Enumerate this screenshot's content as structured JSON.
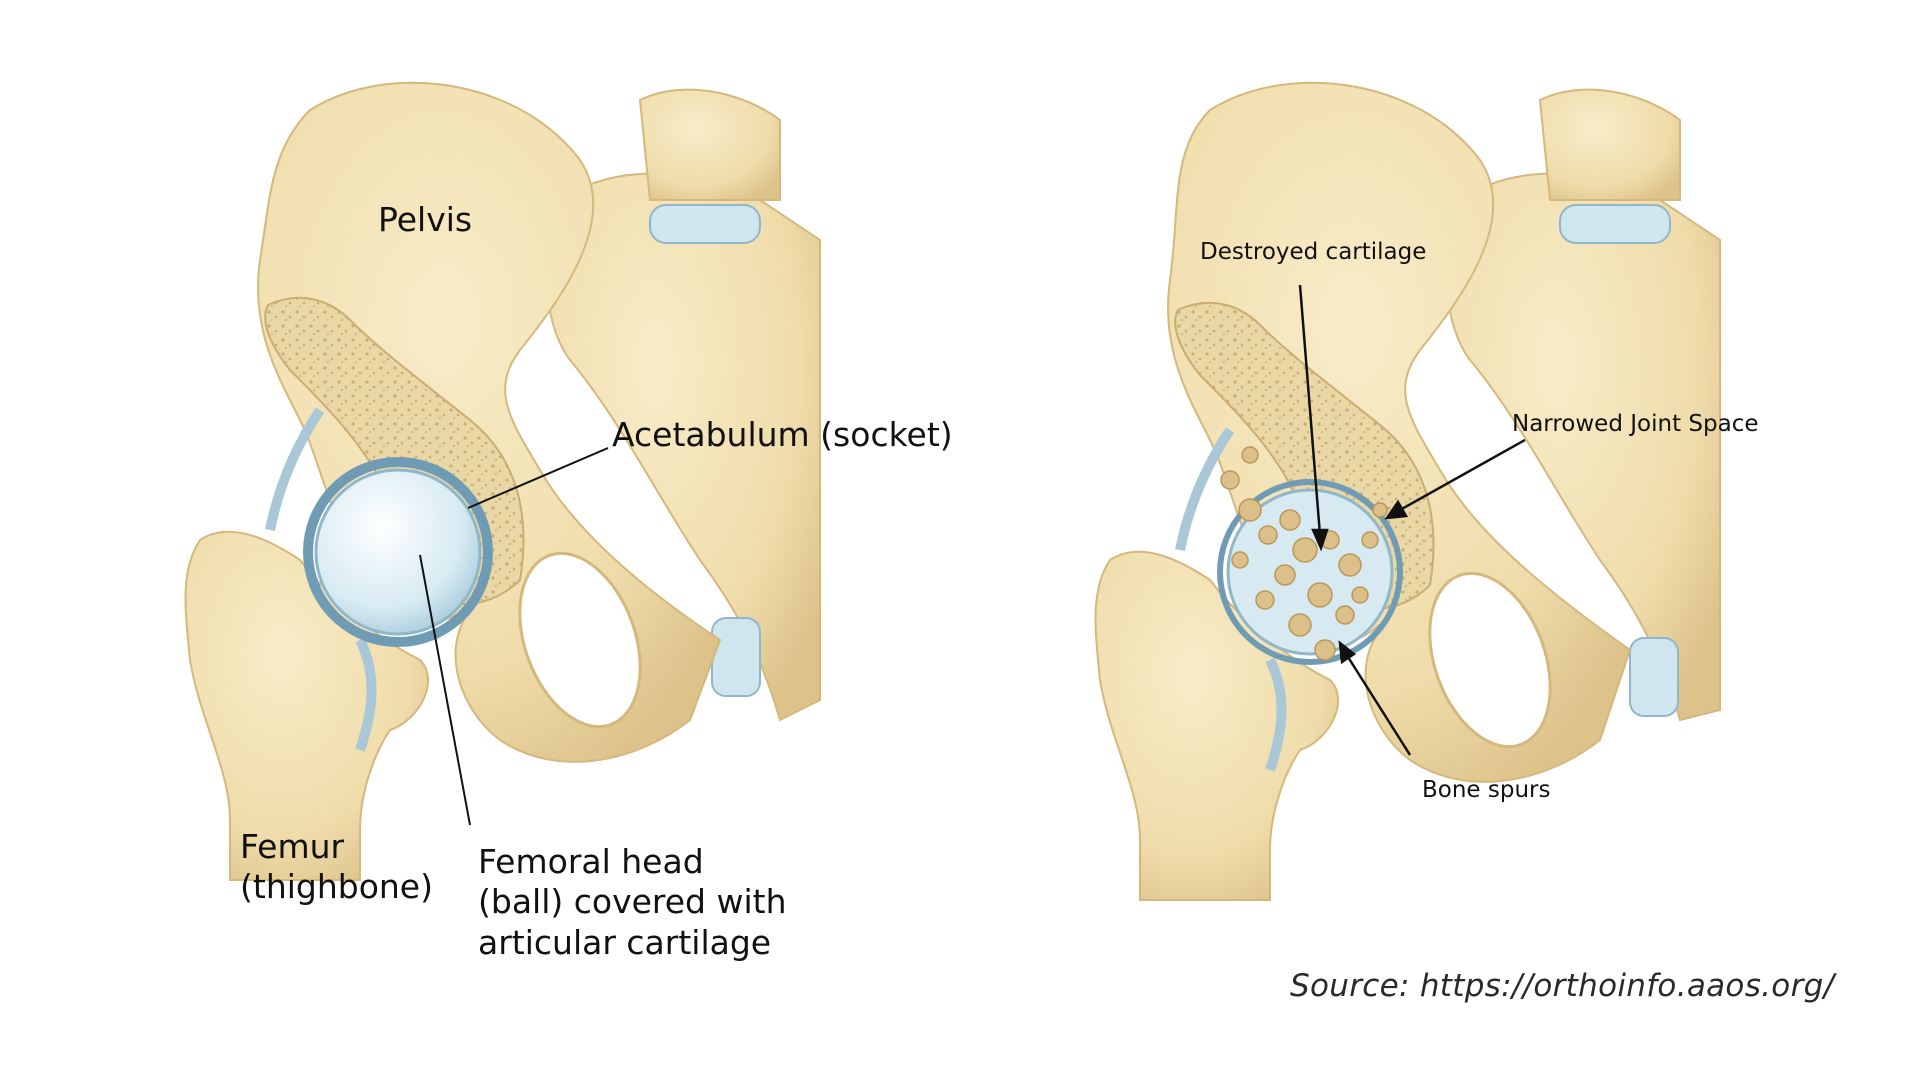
{
  "colors": {
    "bone": "#f1dfb0",
    "bone_shade": "#e3c98f",
    "bone_edge": "#c9ae72",
    "cartilage": "#cfe6ef",
    "cartilage_edge": "#6f9cb4",
    "spur": "#dcc08a"
  },
  "left_figure": {
    "labels": {
      "pelvis": "Pelvis",
      "acetabulum": "Acetabulum (socket)",
      "femur": [
        "Femur",
        "(thighbone)"
      ],
      "femoral_head": [
        "Femoral head",
        "(ball) covered with",
        "articular cartilage"
      ]
    }
  },
  "right_figure": {
    "labels": {
      "destroyed_cartilage": "Destroyed cartilage",
      "narrowed_joint_space": "Narrowed Joint Space",
      "bone_spurs": "Bone spurs"
    }
  },
  "source": "Source: https://orthoinfo.aaos.org/"
}
